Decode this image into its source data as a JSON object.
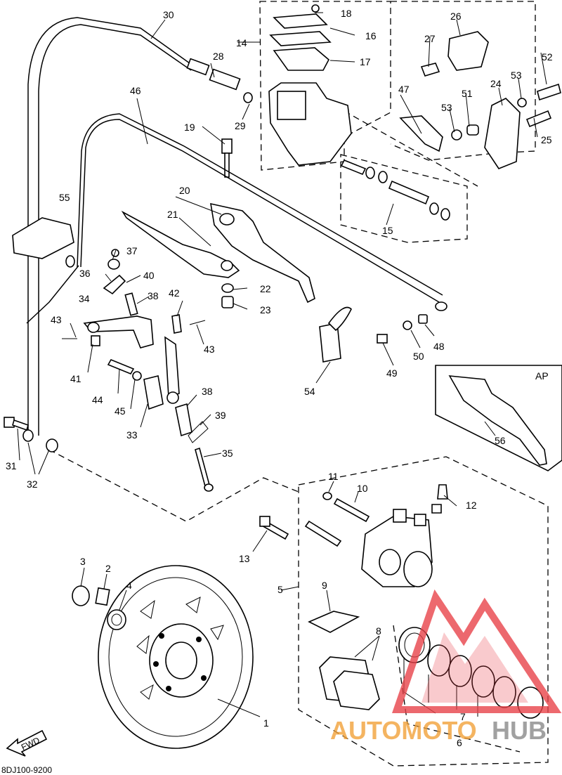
{
  "diagram": {
    "code": "8DJ100-9200",
    "fwd_label": "FWD",
    "inset_label": "AP",
    "watermark": {
      "text_orange": "AUTOMOTO",
      "text_gray": "HUB",
      "logo_color": "#e8434a",
      "orange": "#f2a23a",
      "gray": "#8a8a8a"
    },
    "callouts": {
      "c1": "1",
      "c2": "2",
      "c3": "3",
      "c4": "4",
      "c5": "5",
      "c6": "6",
      "c7": "7",
      "c8": "8",
      "c9": "9",
      "c10": "10",
      "c11": "11",
      "c12": "12",
      "c13": "13",
      "c14": "14",
      "c15": "15",
      "c16": "16",
      "c17": "17",
      "c18": "18",
      "c19": "19",
      "c20": "20",
      "c21": "21",
      "c22": "22",
      "c23": "23",
      "c24": "24",
      "c25": "25",
      "c26": "26",
      "c27": "27",
      "c28": "28",
      "c29": "29",
      "c30": "30",
      "c31": "31",
      "c32": "32",
      "c33": "33",
      "c34": "34",
      "c35": "35",
      "c36": "36",
      "c37": "37",
      "c38a": "38",
      "c38b": "38",
      "c39": "39",
      "c40": "40",
      "c41": "41",
      "c42": "42",
      "c43a": "43",
      "c43b": "43",
      "c44": "44",
      "c45": "45",
      "c46": "46",
      "c47": "47",
      "c48": "48",
      "c49": "49",
      "c50": "50",
      "c51": "51",
      "c52": "52",
      "c53a": "53",
      "c53b": "53",
      "c54": "54",
      "c55": "55",
      "c56": "56"
    }
  }
}
